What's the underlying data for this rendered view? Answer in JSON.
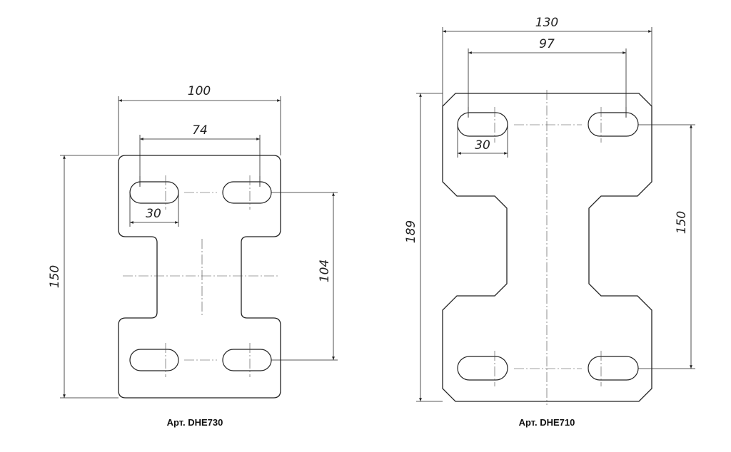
{
  "drawings": [
    {
      "id": "dhe730",
      "caption": "Арт. DHE730",
      "dims": {
        "overall_width": "100",
        "slot_spacing": "74",
        "slot_length": "30",
        "height": "150",
        "vertical_slot_spacing": "104"
      }
    },
    {
      "id": "dhe710",
      "caption": "Арт. DHE710",
      "dims": {
        "overall_width": "130",
        "slot_spacing": "97",
        "slot_length": "30",
        "height": "189",
        "vertical_slot_spacing": "150"
      }
    }
  ],
  "colors": {
    "line": "#222222",
    "background": "#ffffff"
  }
}
